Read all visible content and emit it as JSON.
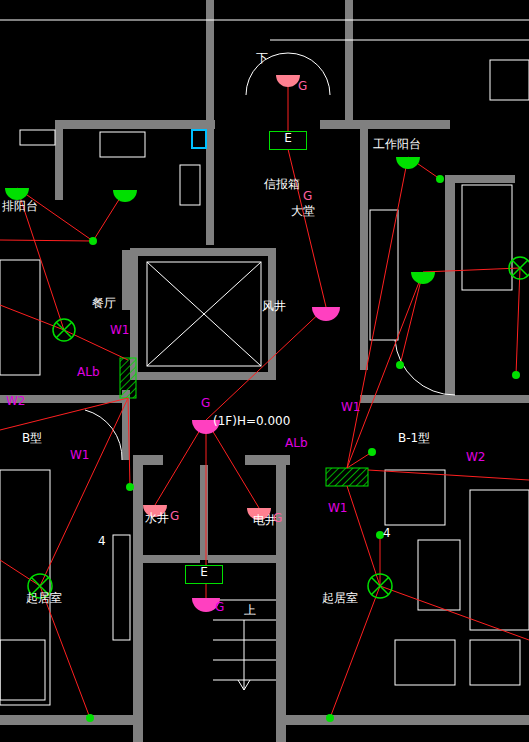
{
  "diagram": {
    "nodes": [
      {
        "text": [
          "E"
        ]
      },
      {
        "text": [
          "E"
        ]
      }
    ],
    "labels": [
      "下",
      "G",
      "工作阳台",
      "信报箱",
      "G",
      "大堂",
      "排阳台",
      "餐厅",
      "风井",
      "W1",
      "ALb",
      "W2",
      "B型",
      "G",
      "(1F)H=0.000",
      "W1",
      "ALb",
      "B-1型",
      "W1",
      "W2",
      "W1",
      "水井",
      "G",
      "电井",
      "G",
      "4",
      "4",
      "起居室",
      "起居室",
      "G",
      "上"
    ]
  }
}
